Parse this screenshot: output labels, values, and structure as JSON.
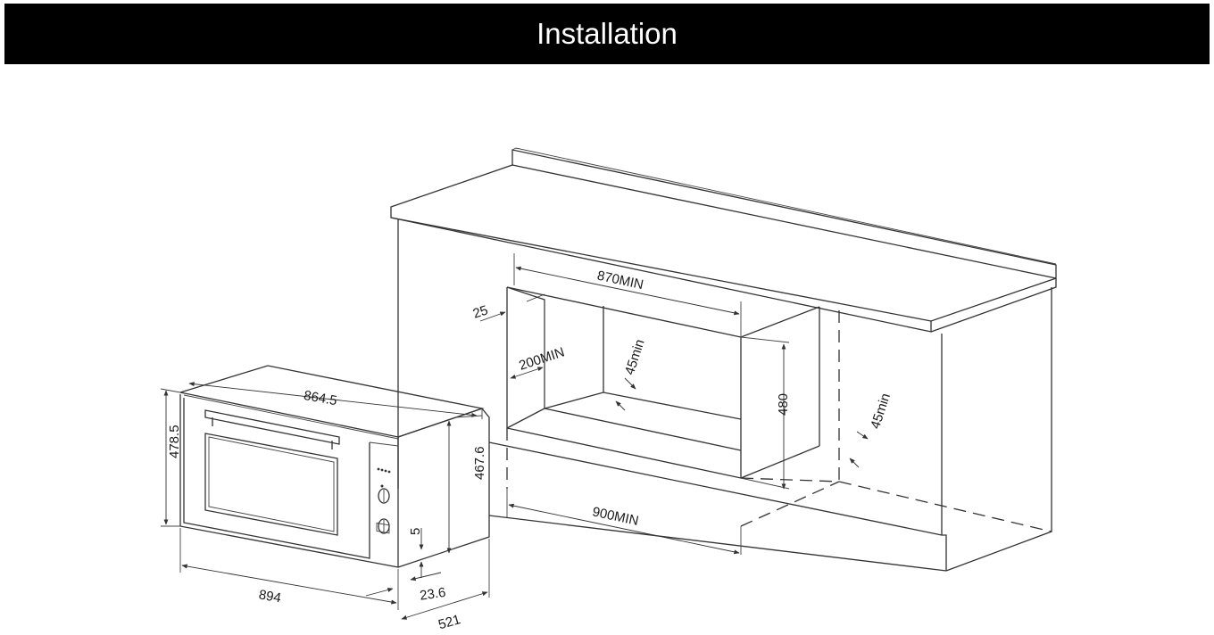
{
  "header": {
    "title": "Installation"
  },
  "dimensions": {
    "cabinet_width": "870MIN",
    "side_gap": "25",
    "rear_clearance": "200MIN",
    "top_vent": "45min",
    "cutout_height": "480",
    "right_vent": "45min",
    "total_width": "900MIN",
    "oven_depth_top": "864.5",
    "oven_height": "478.5",
    "oven_front_height": "467.6",
    "bottom_gap": "5",
    "oven_width": "894",
    "panel_thickness": "23.6",
    "oven_depth": "521"
  },
  "colors": {
    "header_bg": "#000000",
    "header_text": "#ffffff",
    "line": "#333333"
  }
}
